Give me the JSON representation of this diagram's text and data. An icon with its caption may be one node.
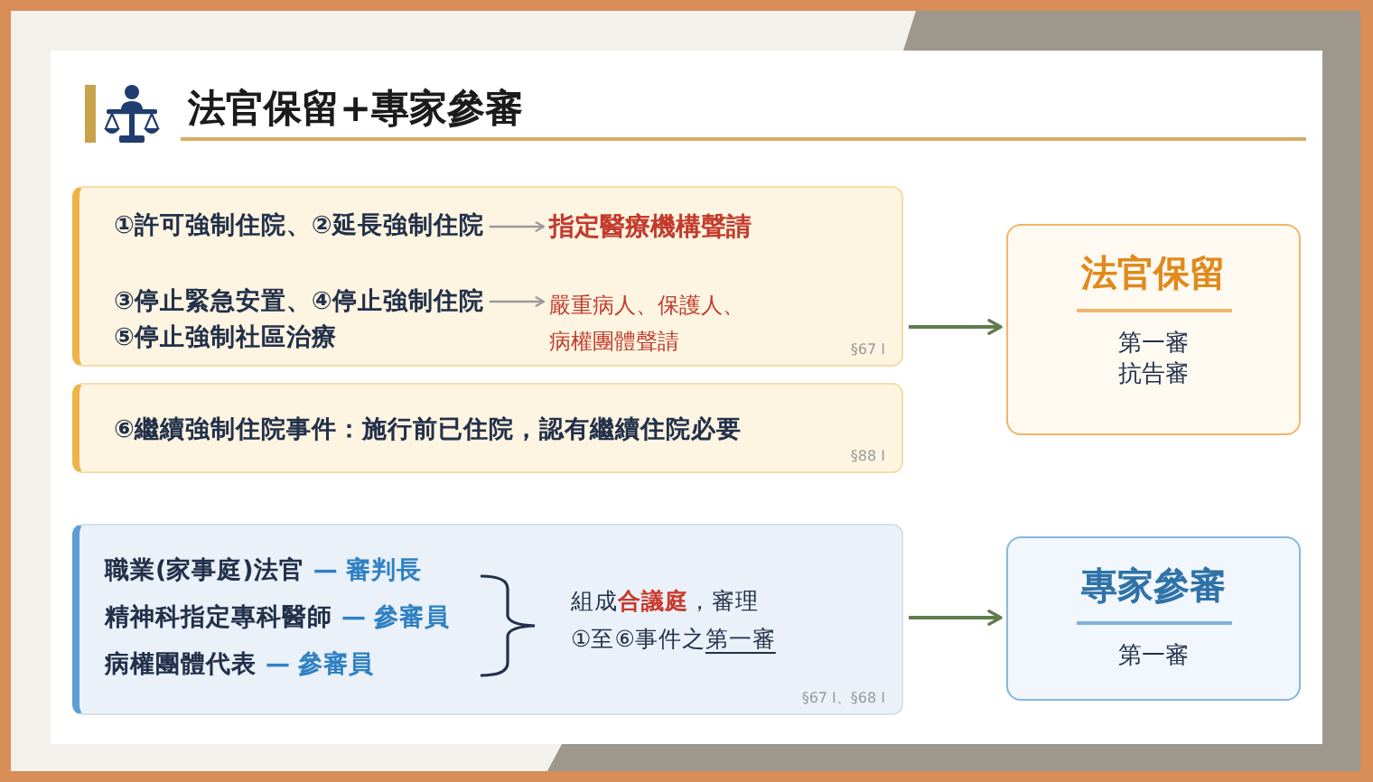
{
  "diagram": {
    "title": "法官保留+專家參審",
    "nodes": [
      {
        "text": [
          "§67 I"
        ]
      },
      {
        "text": [
          "①許可強制住院、②延長強制住院"
        ],
        "in": 0
      },
      {
        "text": [
          "指定醫療機構聲請"
        ],
        "in": 0
      },
      {
        "text": [
          "③停止緊急安置、④停止強制住院⑤停止強制社區治療"
        ],
        "in": 0
      },
      {
        "text": [
          "嚴重病人、保護人、病權團體聲請"
        ],
        "in": 0
      },
      {
        "text": [
          "⑥繼續強制住院事件：施行前已住院，認有繼續住院必要",
          "§88 I"
        ]
      },
      {
        "text": [
          "法官保留",
          "第一審",
          "抗告審"
        ]
      },
      {
        "text": [
          "職業(家事庭)法官",
          "— 審判長",
          "精神科指定專科醫師",
          "— 參審員",
          "病權團體代表",
          "— 參審員",
          "組成**合議庭**，審理①至⑥事件之第一審",
          "§67 I、§68 I"
        ]
      },
      {
        "text": [
          "專家參審",
          "第一審"
        ]
      }
    ],
    "edges": [
      {
        "from": 1,
        "to": 2,
        "arrow": "to",
        "color": "#9a9a9a"
      },
      {
        "from": 3,
        "to": 4,
        "arrow": "to",
        "color": "#9a9a9a"
      },
      {
        "from": 0,
        "to": 6,
        "arrow": "to"
      },
      {
        "from": 5,
        "to": 6,
        "arrow": "to"
      },
      {
        "from": 7,
        "to": 8,
        "arrow": "to"
      }
    ]
  }
}
